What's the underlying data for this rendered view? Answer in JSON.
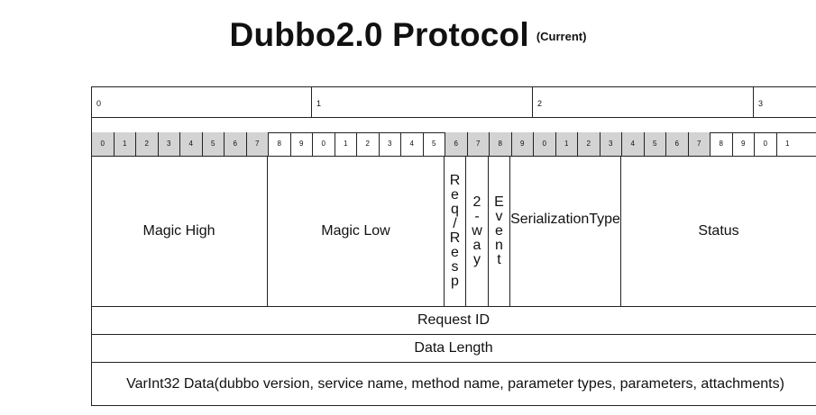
{
  "title": {
    "main": "Dubbo2.0 Protocol",
    "sub": "(Current)"
  },
  "byte_labels": [
    "0",
    "1",
    "2",
    "3"
  ],
  "bit_labels": [
    "0",
    "1",
    "2",
    "3",
    "4",
    "5",
    "6",
    "7",
    "8",
    "9",
    "0",
    "1",
    "2",
    "3",
    "4",
    "5",
    "6",
    "7",
    "8",
    "9",
    "0",
    "1",
    "2",
    "3",
    "4",
    "5",
    "6",
    "7",
    "8",
    "9",
    "0",
    "1"
  ],
  "fields": {
    "magic_high": "Magic High",
    "magic_low": "Magic Low",
    "req_resp": "Req/Resp",
    "two_way": "2-way",
    "event": "Event",
    "serialization_type": "SerializationType",
    "status": "Status",
    "request_id": "Request ID",
    "data_length": "Data Length",
    "varint_data": "VarInt32 Data(dubbo version, service name, method name, parameter types, parameters, attachments)"
  },
  "colors": {
    "highlight_bits": "#d3d3d3",
    "line": "#222222"
  }
}
